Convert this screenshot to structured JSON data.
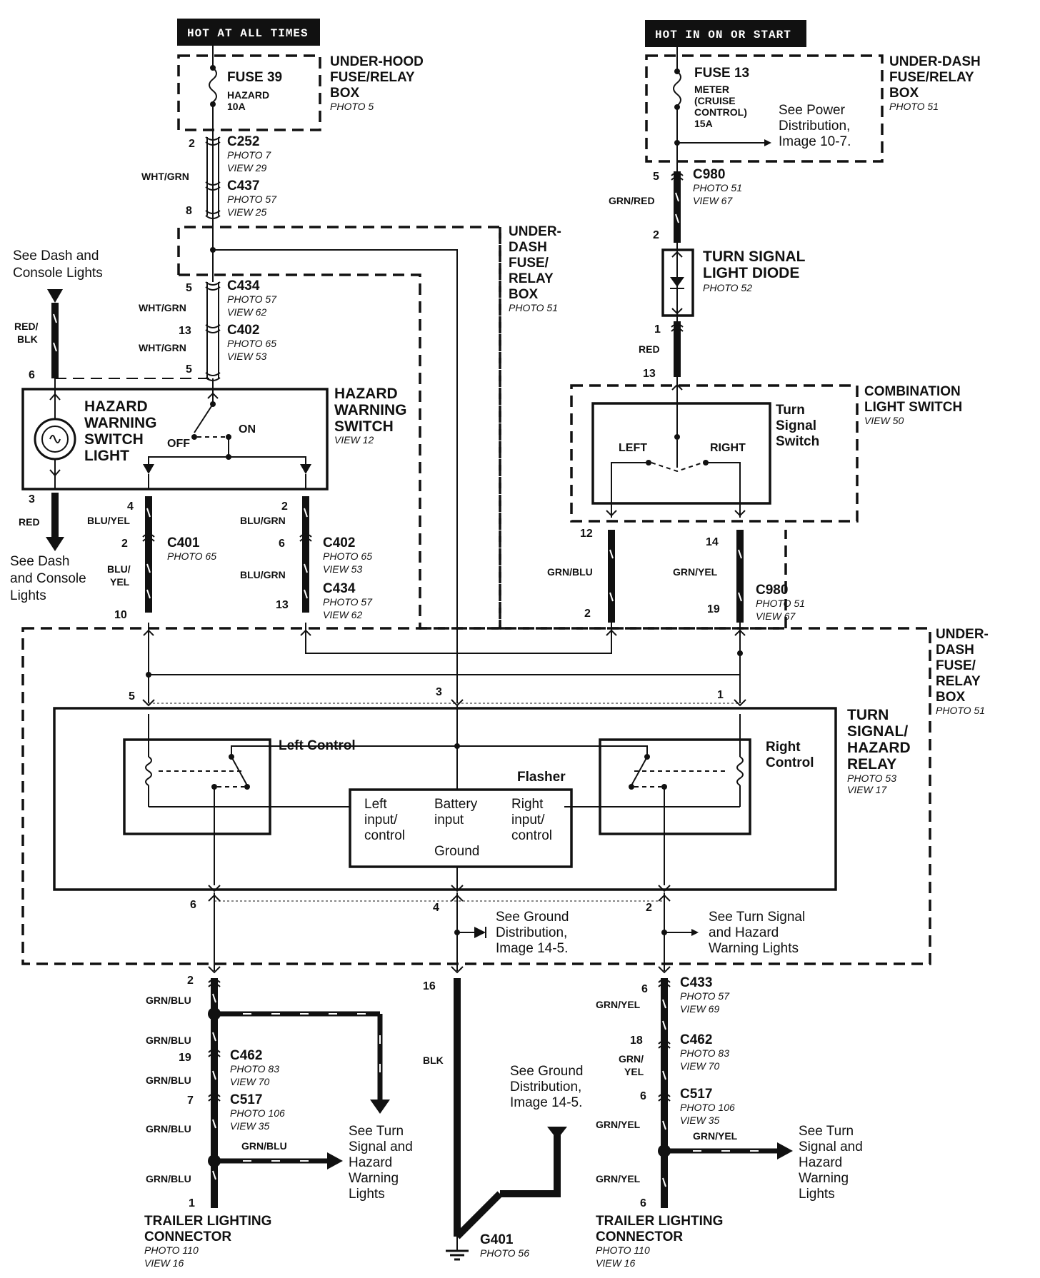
{
  "headers": {
    "left": "HOT AT ALL TIMES",
    "right": "HOT IN ON OR START"
  },
  "fuse39": {
    "name": "FUSE 39",
    "desc1": "HAZARD",
    "desc2": "10A"
  },
  "fuse13": {
    "name": "FUSE 13",
    "desc1": "METER",
    "desc2": "(CRUISE",
    "desc3": "CONTROL)",
    "desc4": "15A",
    "see1": "See Power",
    "see2": "Distribution,",
    "see3": "Image 10-7."
  },
  "boxes": {
    "underhood": {
      "l1": "UNDER-HOOD",
      "l2": "FUSE/RELAY",
      "l3": "BOX",
      "photo": "PHOTO 5"
    },
    "underdash_top": {
      "l1": "UNDER-DASH",
      "l2": "FUSE/RELAY",
      "l3": "BOX",
      "photo": "PHOTO 51"
    },
    "underdash_mid": {
      "l1": "UNDER-",
      "l2": "DASH",
      "l3": "FUSE/",
      "l4": "RELAY",
      "l5": "BOX",
      "photo": "PHOTO 51"
    },
    "underdash_right": {
      "l1": "UNDER-",
      "l2": "DASH",
      "l3": "FUSE/",
      "l4": "RELAY",
      "l5": "BOX",
      "photo": "PHOTO 51"
    }
  },
  "connectors": {
    "c252": {
      "name": "C252",
      "p1": "PHOTO 7",
      "p2": "VIEW 29"
    },
    "c437": {
      "name": "C437",
      "p1": "PHOTO 57",
      "p2": "VIEW 25"
    },
    "c434a": {
      "name": "C434",
      "p1": "PHOTO 57",
      "p2": "VIEW 62"
    },
    "c402a": {
      "name": "C402",
      "p1": "PHOTO 65",
      "p2": "VIEW 53"
    },
    "c401": {
      "name": "C401",
      "p1": "PHOTO 65"
    },
    "c402b": {
      "name": "C402",
      "p1": "PHOTO 65",
      "p2": "VIEW 53"
    },
    "c434b": {
      "name": "C434",
      "p1": "PHOTO 57",
      "p2": "VIEW 62"
    },
    "c980a": {
      "name": "C980",
      "p1": "PHOTO 51",
      "p2": "VIEW 67"
    },
    "c980b": {
      "name": "C980",
      "p1": "PHOTO 51",
      "p2": "VIEW 67"
    },
    "c433": {
      "name": "C433",
      "p1": "PHOTO 57",
      "p2": "VIEW 69"
    },
    "c462a": {
      "name": "C462",
      "p1": "PHOTO 83",
      "p2": "VIEW 70"
    },
    "c517a": {
      "name": "C517",
      "p1": "PHOTO 106",
      "p2": "VIEW 35"
    },
    "c462b": {
      "name": "C462",
      "p1": "PHOTO 83",
      "p2": "VIEW 70"
    },
    "c517b": {
      "name": "C517",
      "p1": "PHOTO 106",
      "p2": "VIEW 35"
    },
    "g401": {
      "name": "G401",
      "p1": "PHOTO 56"
    }
  },
  "wires": {
    "whtgrn": "WHT/GRN",
    "redblk1": "RED/",
    "redblk2": "BLK",
    "red": "RED",
    "bluyel": "BLU/YEL",
    "blu1": "BLU/",
    "yel1": "YEL",
    "blugrn": "BLU/GRN",
    "grnred": "GRN/RED",
    "grnblu": "GRN/BLU",
    "grnyel": "GRN/YEL",
    "grn": "GRN/",
    "yel": "YEL",
    "blk": "BLK"
  },
  "pins": {
    "p2": "2",
    "p8": "8",
    "p5": "5",
    "p13": "13",
    "p6": "6",
    "p3": "3",
    "p4": "4",
    "p10": "10",
    "p1": "1",
    "p12": "12",
    "p14": "14",
    "p19": "19",
    "p16": "16",
    "p18": "18",
    "p7": "7"
  },
  "components": {
    "hazard_switch": {
      "l1": "HAZARD",
      "l2": "WARNING",
      "l3": "SWITCH",
      "view": "VIEW 12"
    },
    "hazard_light": {
      "l1": "HAZARD",
      "l2": "WARNING",
      "l3": "SWITCH",
      "l4": "LIGHT"
    },
    "sw_off": "OFF",
    "sw_on": "ON",
    "diode": {
      "l1": "TURN SIGNAL",
      "l2": "LIGHT DIODE",
      "photo": "PHOTO 52"
    },
    "combo": {
      "l1": "COMBINATION",
      "l2": "LIGHT SWITCH",
      "view": "VIEW 50"
    },
    "turn_switch": {
      "l1": "Turn",
      "l2": "Signal",
      "l3": "Switch",
      "left": "LEFT",
      "right": "RIGHT"
    },
    "relay": {
      "l1": "TURN",
      "l2": "SIGNAL/",
      "l3": "HAZARD",
      "l4": "RELAY",
      "photo": "PHOTO 53",
      "view": "VIEW 17"
    },
    "left_control": "Left Control",
    "right_control1": "Right",
    "right_control2": "Control",
    "flasher": "Flasher",
    "flasher_left1": "Left",
    "flasher_left2": "input/",
    "flasher_left3": "control",
    "flasher_batt1": "Battery",
    "flasher_batt2": "input",
    "flasher_right1": "Right",
    "flasher_right2": "input/",
    "flasher_right3": "control",
    "flasher_ground": "Ground",
    "trailer_left": {
      "l1": "TRAILER LIGHTING",
      "l2": "CONNECTOR",
      "photo": "PHOTO 110",
      "view": "VIEW 16"
    },
    "trailer_right": {
      "l1": "TRAILER LIGHTING",
      "l2": "CONNECTOR",
      "photo": "PHOTO 110",
      "view": "VIEW 16"
    }
  },
  "notes": {
    "dash_top1": "See Dash and",
    "dash_top2": "Console Lights",
    "dash_bot1": "See Dash",
    "dash_bot2": "and Console",
    "dash_bot3": "Lights",
    "ground_mid1": "See Ground",
    "ground_mid2": "Distribution,",
    "ground_mid3": "Image 14-5.",
    "turn_mid1": "See Turn Signal",
    "turn_mid2": "and Hazard",
    "turn_mid3": "Warning Lights",
    "ground_bot1": "See Ground",
    "ground_bot2": "Distribution,",
    "ground_bot3": "Image 14-5.",
    "turn_bl1": "See Turn",
    "turn_bl2": "Signal and",
    "turn_bl3": "Hazard",
    "turn_bl4": "Warning",
    "turn_bl5": "Lights",
    "turn_br1": "See Turn",
    "turn_br2": "Signal and",
    "turn_br3": "Hazard",
    "turn_br4": "Warning",
    "turn_br5": "Lights"
  }
}
